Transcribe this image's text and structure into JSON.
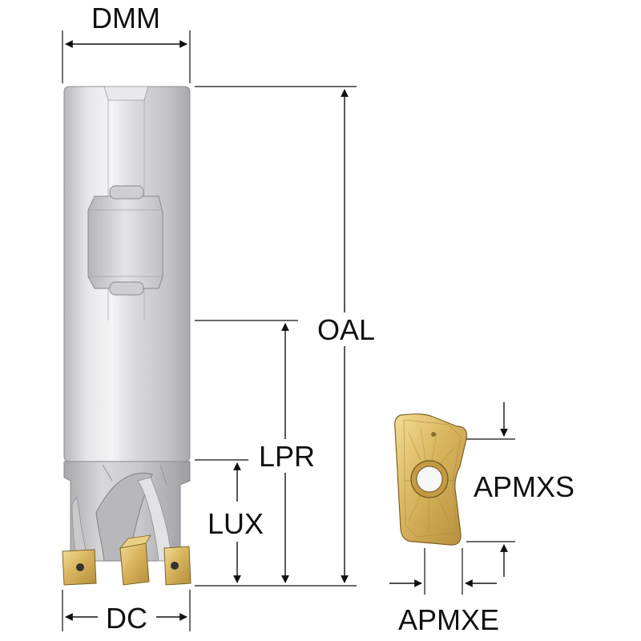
{
  "labels": {
    "dmm": "DMM",
    "oal": "OAL",
    "lpr": "LPR",
    "lux": "LUX",
    "dc": "DC",
    "apmxs": "APMXS",
    "apmxe": "APMXE"
  },
  "colors": {
    "dimension_line": "#111111",
    "tool_body": "#d4d4d6",
    "tool_highlight": "#f2f2f3",
    "tool_shadow": "#9c9ca0",
    "insert_gold": "#d8b25a",
    "insert_gold_light": "#f0d78c",
    "insert_gold_dark": "#9c7a2a"
  }
}
